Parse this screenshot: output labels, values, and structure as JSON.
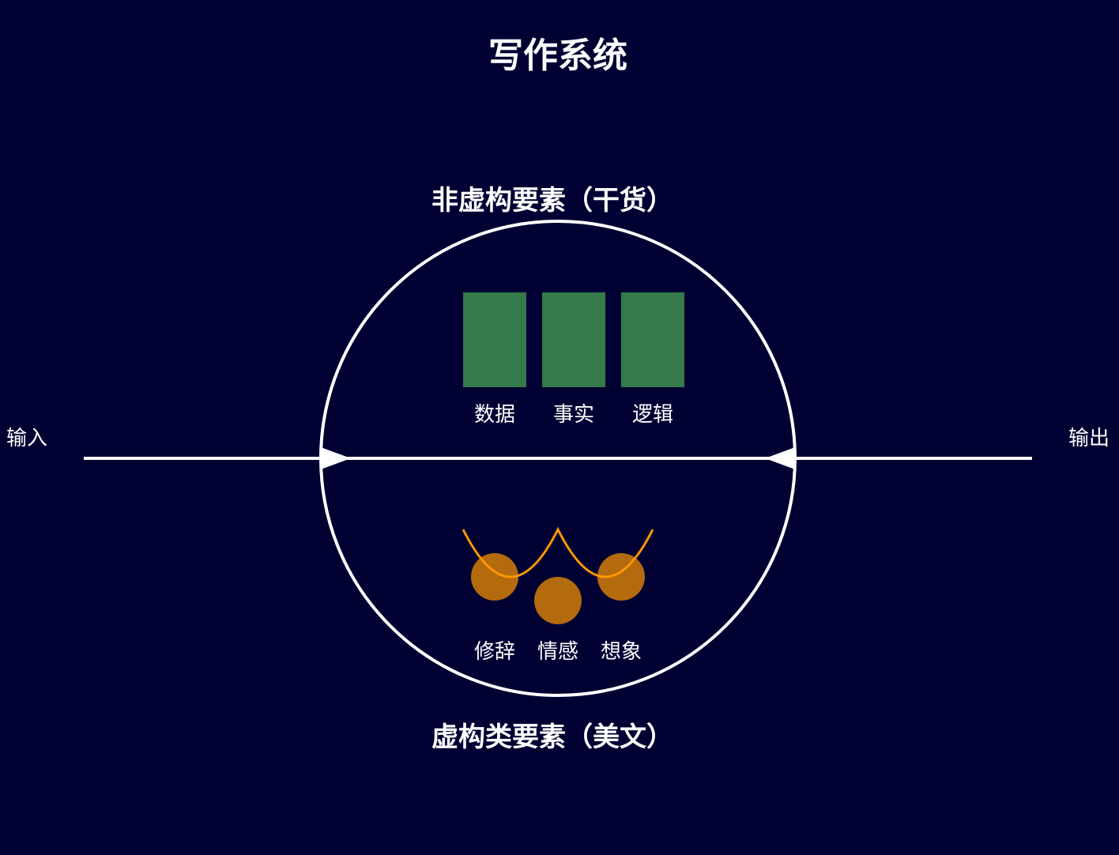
{
  "title": "写作系统",
  "top_section": {
    "label": "非虚构要素（干货）",
    "items": [
      "数据",
      "事实",
      "逻辑"
    ],
    "color": "#357a4a"
  },
  "bottom_section": {
    "label": "虚构类要素（美文）",
    "items": [
      "修辞",
      "情感",
      "想象"
    ],
    "color": "#b36b0e",
    "curve_color": "#ff9900"
  },
  "input_label": "输入",
  "output_label": "输出"
}
